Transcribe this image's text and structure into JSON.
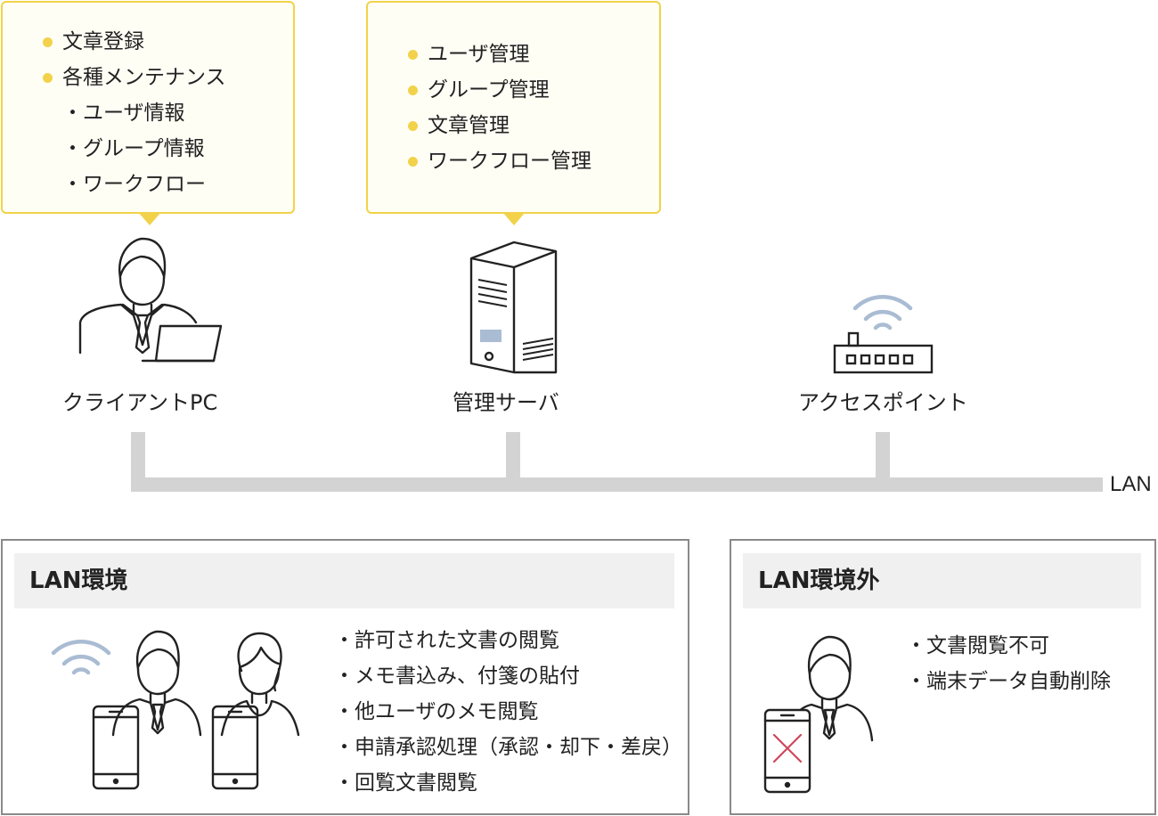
{
  "client_callout": {
    "items": [
      {
        "text": "文章登録",
        "kind": "bullet"
      },
      {
        "text": "各種メンテナンス",
        "kind": "bullet"
      },
      {
        "text": "・ユーザ情報",
        "kind": "sub"
      },
      {
        "text": "・グループ情報",
        "kind": "sub"
      },
      {
        "text": "・ワークフロー",
        "kind": "sub"
      }
    ]
  },
  "server_callout": {
    "items": [
      {
        "text": "ユーザ管理",
        "kind": "bullet"
      },
      {
        "text": "グループ管理",
        "kind": "bullet"
      },
      {
        "text": "文章管理",
        "kind": "bullet"
      },
      {
        "text": "ワークフロー管理",
        "kind": "bullet"
      }
    ]
  },
  "nodes": {
    "client_pc": "クライアントPC",
    "server": "管理サーバ",
    "access_point": "アクセスポイント"
  },
  "network": {
    "lan_label": "LAN"
  },
  "lan_panel": {
    "title": "LAN環境",
    "items": [
      "・許可された文書の閲覧",
      "・メモ書込み、付箋の貼付",
      "・他ユーザのメモ閲覧",
      "・申請承認処理（承認・却下・差戻）",
      "・回覧文書閲覧"
    ]
  },
  "outside_panel": {
    "title": "LAN環境外",
    "items": [
      "・文書閲覧不可",
      "・端末データ自動削除"
    ]
  },
  "colors": {
    "accent_yellow": "#f2d24a",
    "wifi_blue": "#a9bcd3",
    "lan_gray": "#d3d3d3",
    "deny_red": "#d0455a"
  }
}
